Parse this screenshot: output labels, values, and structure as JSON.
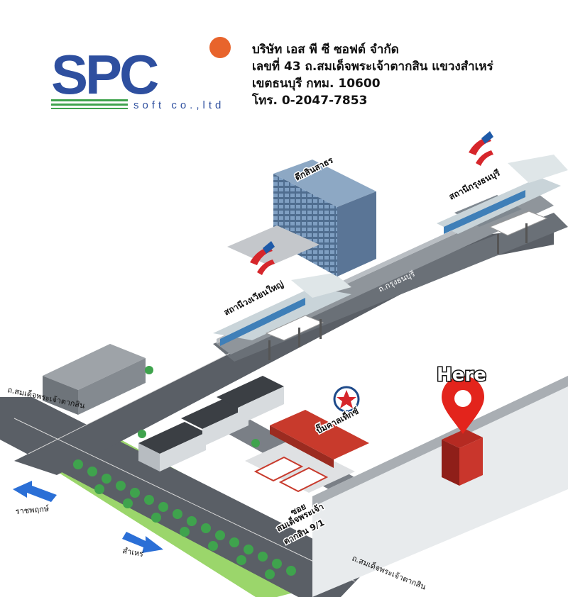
{
  "company": {
    "logo_main": "SPC",
    "logo_sub": "soft co.,ltd",
    "name": "บริษัท เอส พี ซี ซอฟต์ จำกัด",
    "address_line1": "เลขที่ 43 ถ.สมเด็จพระเจ้าตากสิน แขวงสำเหร่",
    "address_line2": "เขตธนบุรี กทม. 10600",
    "phone": "โทร. 0-2047-7853"
  },
  "map": {
    "marker_label": "Here",
    "building_label": "ตึกสินสาธร",
    "station_1": "สถานีวงเวียนใหญ่",
    "station_2": "สถานีกรุงธนบุรี",
    "road_krung": "ถ.กรุงธนบุรี",
    "road_taksin_left": "ถ.สมเด็จพระเจ้าตากสิน",
    "road_taksin_bottom": "ถ.สมเด็จพระเจ้าตากสิน",
    "gas_station": "ปั๊มคาลเท็กซ์",
    "soi_line1": "ซอย",
    "soi_line2": "สมเด็จพระเจ้า",
    "soi_line3": "ตากสิน 9/1",
    "dir_left": "ราชพฤกษ์",
    "dir_down": "สำเหร่"
  },
  "colors": {
    "brand_blue": "#2e4f9f",
    "brand_orange": "#e8642c",
    "brand_green": "#3fa34d",
    "road": "#555a60",
    "marker_red": "#e3241c",
    "grass": "#9bd66b",
    "arrow_blue": "#2b6fd6"
  }
}
